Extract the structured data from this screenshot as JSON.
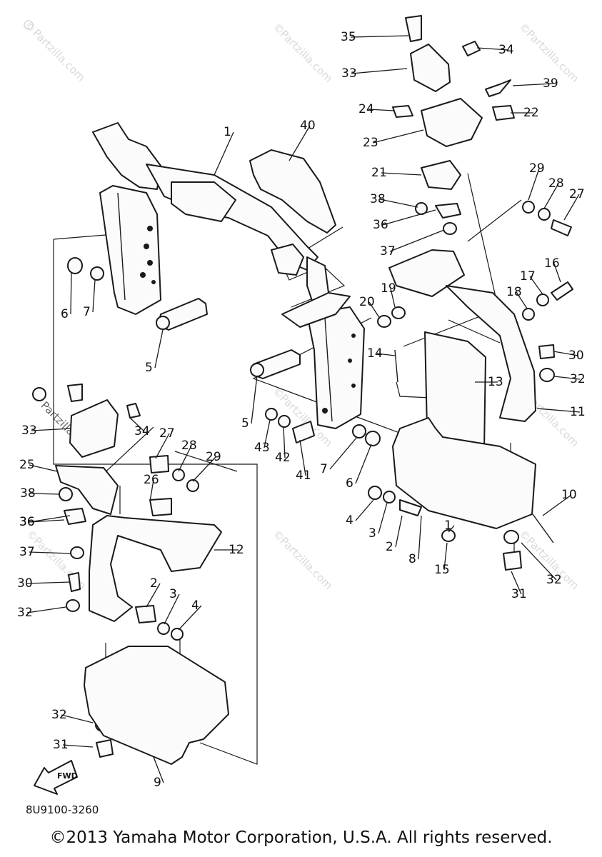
{
  "diagram": {
    "callouts": [
      "35",
      "34",
      "39",
      "33",
      "24",
      "22",
      "23",
      "1",
      "40",
      "21",
      "29",
      "28",
      "27",
      "38",
      "36",
      "37",
      "16",
      "17",
      "19",
      "20",
      "18",
      "6",
      "7",
      "5",
      "14",
      "30",
      "13",
      "32",
      "11",
      "5",
      "43",
      "42",
      "41",
      "7",
      "6",
      "36",
      "33",
      "34",
      "27",
      "28",
      "29",
      "25",
      "26",
      "38",
      "10",
      "36",
      "4",
      "3",
      "2",
      "37",
      "12",
      "1",
      "8",
      "15",
      "32",
      "31",
      "30",
      "32",
      "2",
      "3",
      "4",
      "32",
      "31",
      "9"
    ],
    "watermark": "Partzilla.com",
    "watermark_symbol": "©",
    "fwd_label": "FWD",
    "diagram_code": "8U9100-3260"
  },
  "footer": {
    "copyright": "©2013 Yamaha Motor Corporation, U.S.A. All rights reserved."
  },
  "colors": {
    "line": "#1a1a1a",
    "background": "#ffffff",
    "watermark": "#d9d9d9"
  }
}
